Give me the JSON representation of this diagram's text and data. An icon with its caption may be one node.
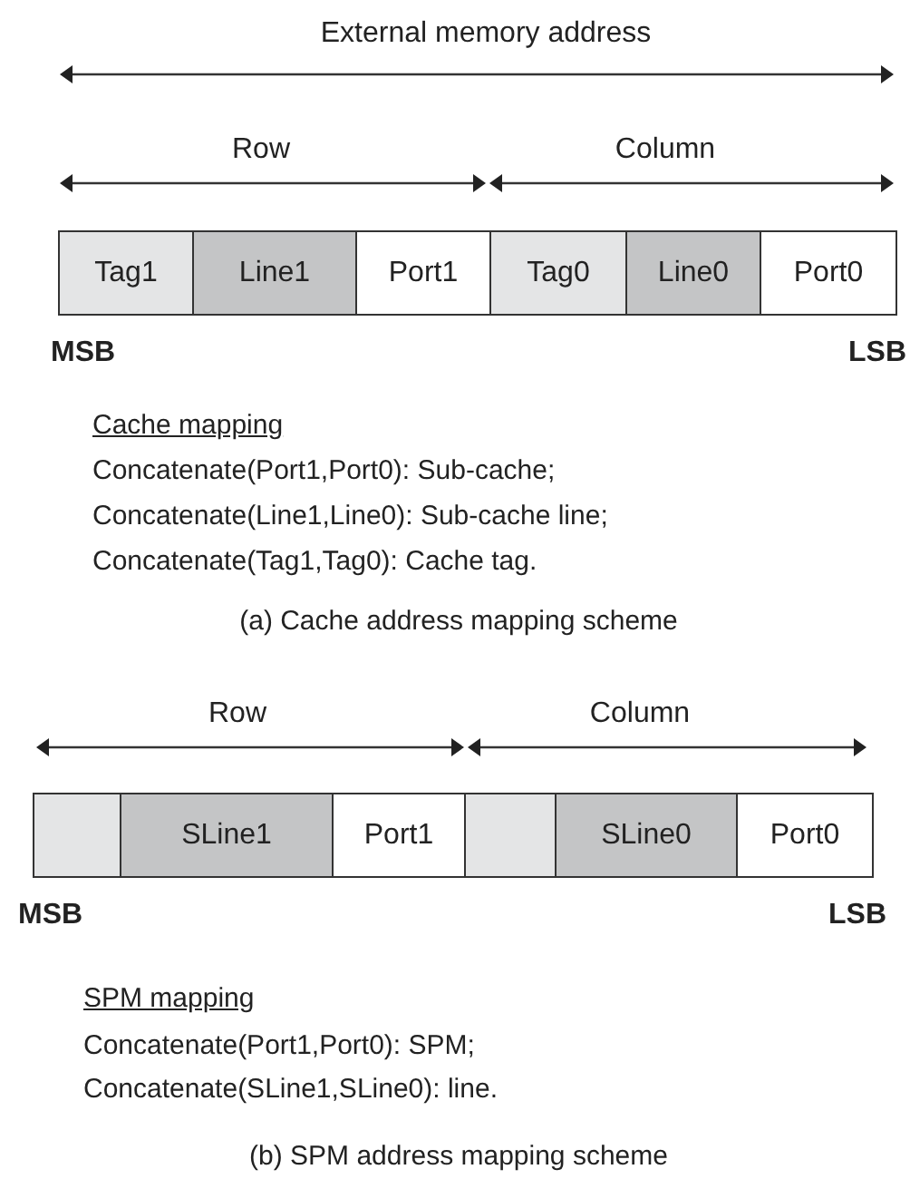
{
  "diagram": {
    "nodes": [
      {
        "text": [
          "Tag1"
        ]
      },
      {
        "text": [
          "Line1"
        ]
      },
      {
        "text": [
          "Port1"
        ]
      },
      {
        "text": [
          "Tag0"
        ]
      },
      {
        "text": [
          "Line0"
        ]
      },
      {
        "text": [
          "Port0"
        ]
      },
      {
        "text": [],
        "shape": "box"
      },
      {
        "text": [
          "SLine1"
        ]
      },
      {
        "text": [
          "Port1"
        ]
      },
      {
        "text": [],
        "shape": "box"
      },
      {
        "text": [
          "SLine0"
        ]
      },
      {
        "text": [
          "Port0"
        ]
      }
    ],
    "edges": [],
    "labels": [
      "External memory address",
      "Row",
      "Column",
      "MSB",
      "LSB",
      "Cache mapping",
      "Concatenate(Port1,Port0): Sub-cache;",
      "Concatenate(Line1,Line0): Sub-cache line;",
      "Concatenate(Tag1,Tag0): Cache tag.",
      "(a) Cache address mapping scheme",
      "Row",
      "Column",
      "MSB",
      "LSB",
      "SPM mapping",
      "Concatenate(Port1,Port0): SPM;",
      "Concatenate(SLine1,SLine0): line.",
      "(b) SPM address mapping scheme"
    ]
  }
}
